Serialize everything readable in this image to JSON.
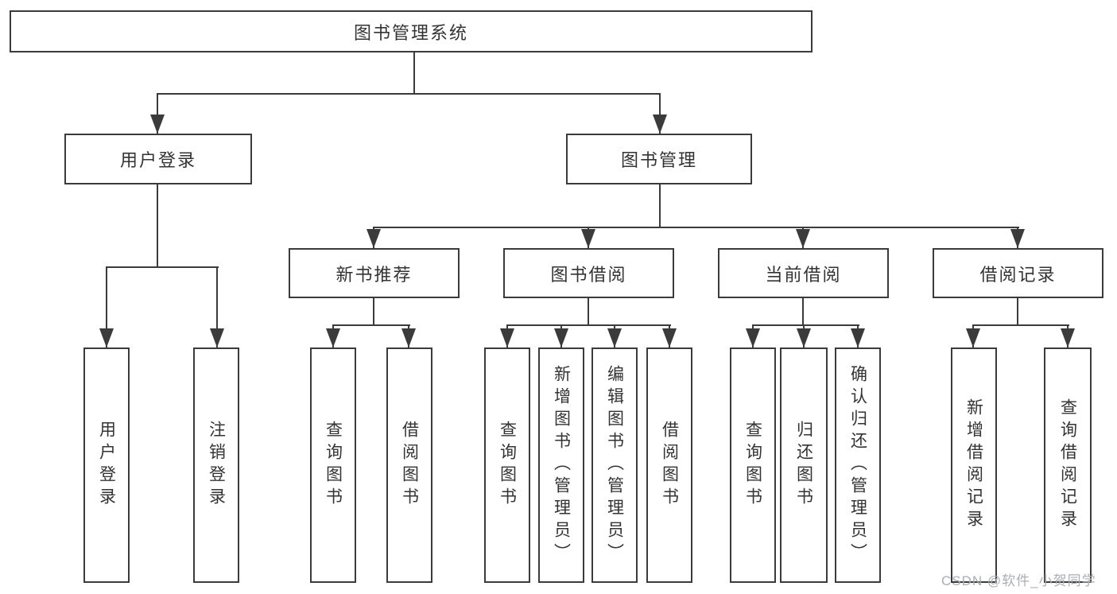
{
  "diagram": {
    "title": "图书管理系统",
    "root": "图书管理系统",
    "level2": [
      "用户登录",
      "图书管理"
    ],
    "level3": [
      "新书推荐",
      "图书借阅",
      "当前借阅",
      "借阅记录"
    ],
    "leaves": [
      "用户登录",
      "注销登录",
      "查询图书",
      "借阅图书",
      "查询图书",
      "新增图书（管理员）",
      "编辑图书（管理员）",
      "借阅图书",
      "查询图书",
      "归还图书",
      "确认归还（管理员）",
      "新增借阅记录",
      "查询借阅记录"
    ]
  },
  "watermark": "CSDN @软件_小贺同学",
  "colors": {
    "line": "#3b3b3b",
    "text": "#333333",
    "background": "#ffffff",
    "watermark": "#a9aeb4"
  }
}
